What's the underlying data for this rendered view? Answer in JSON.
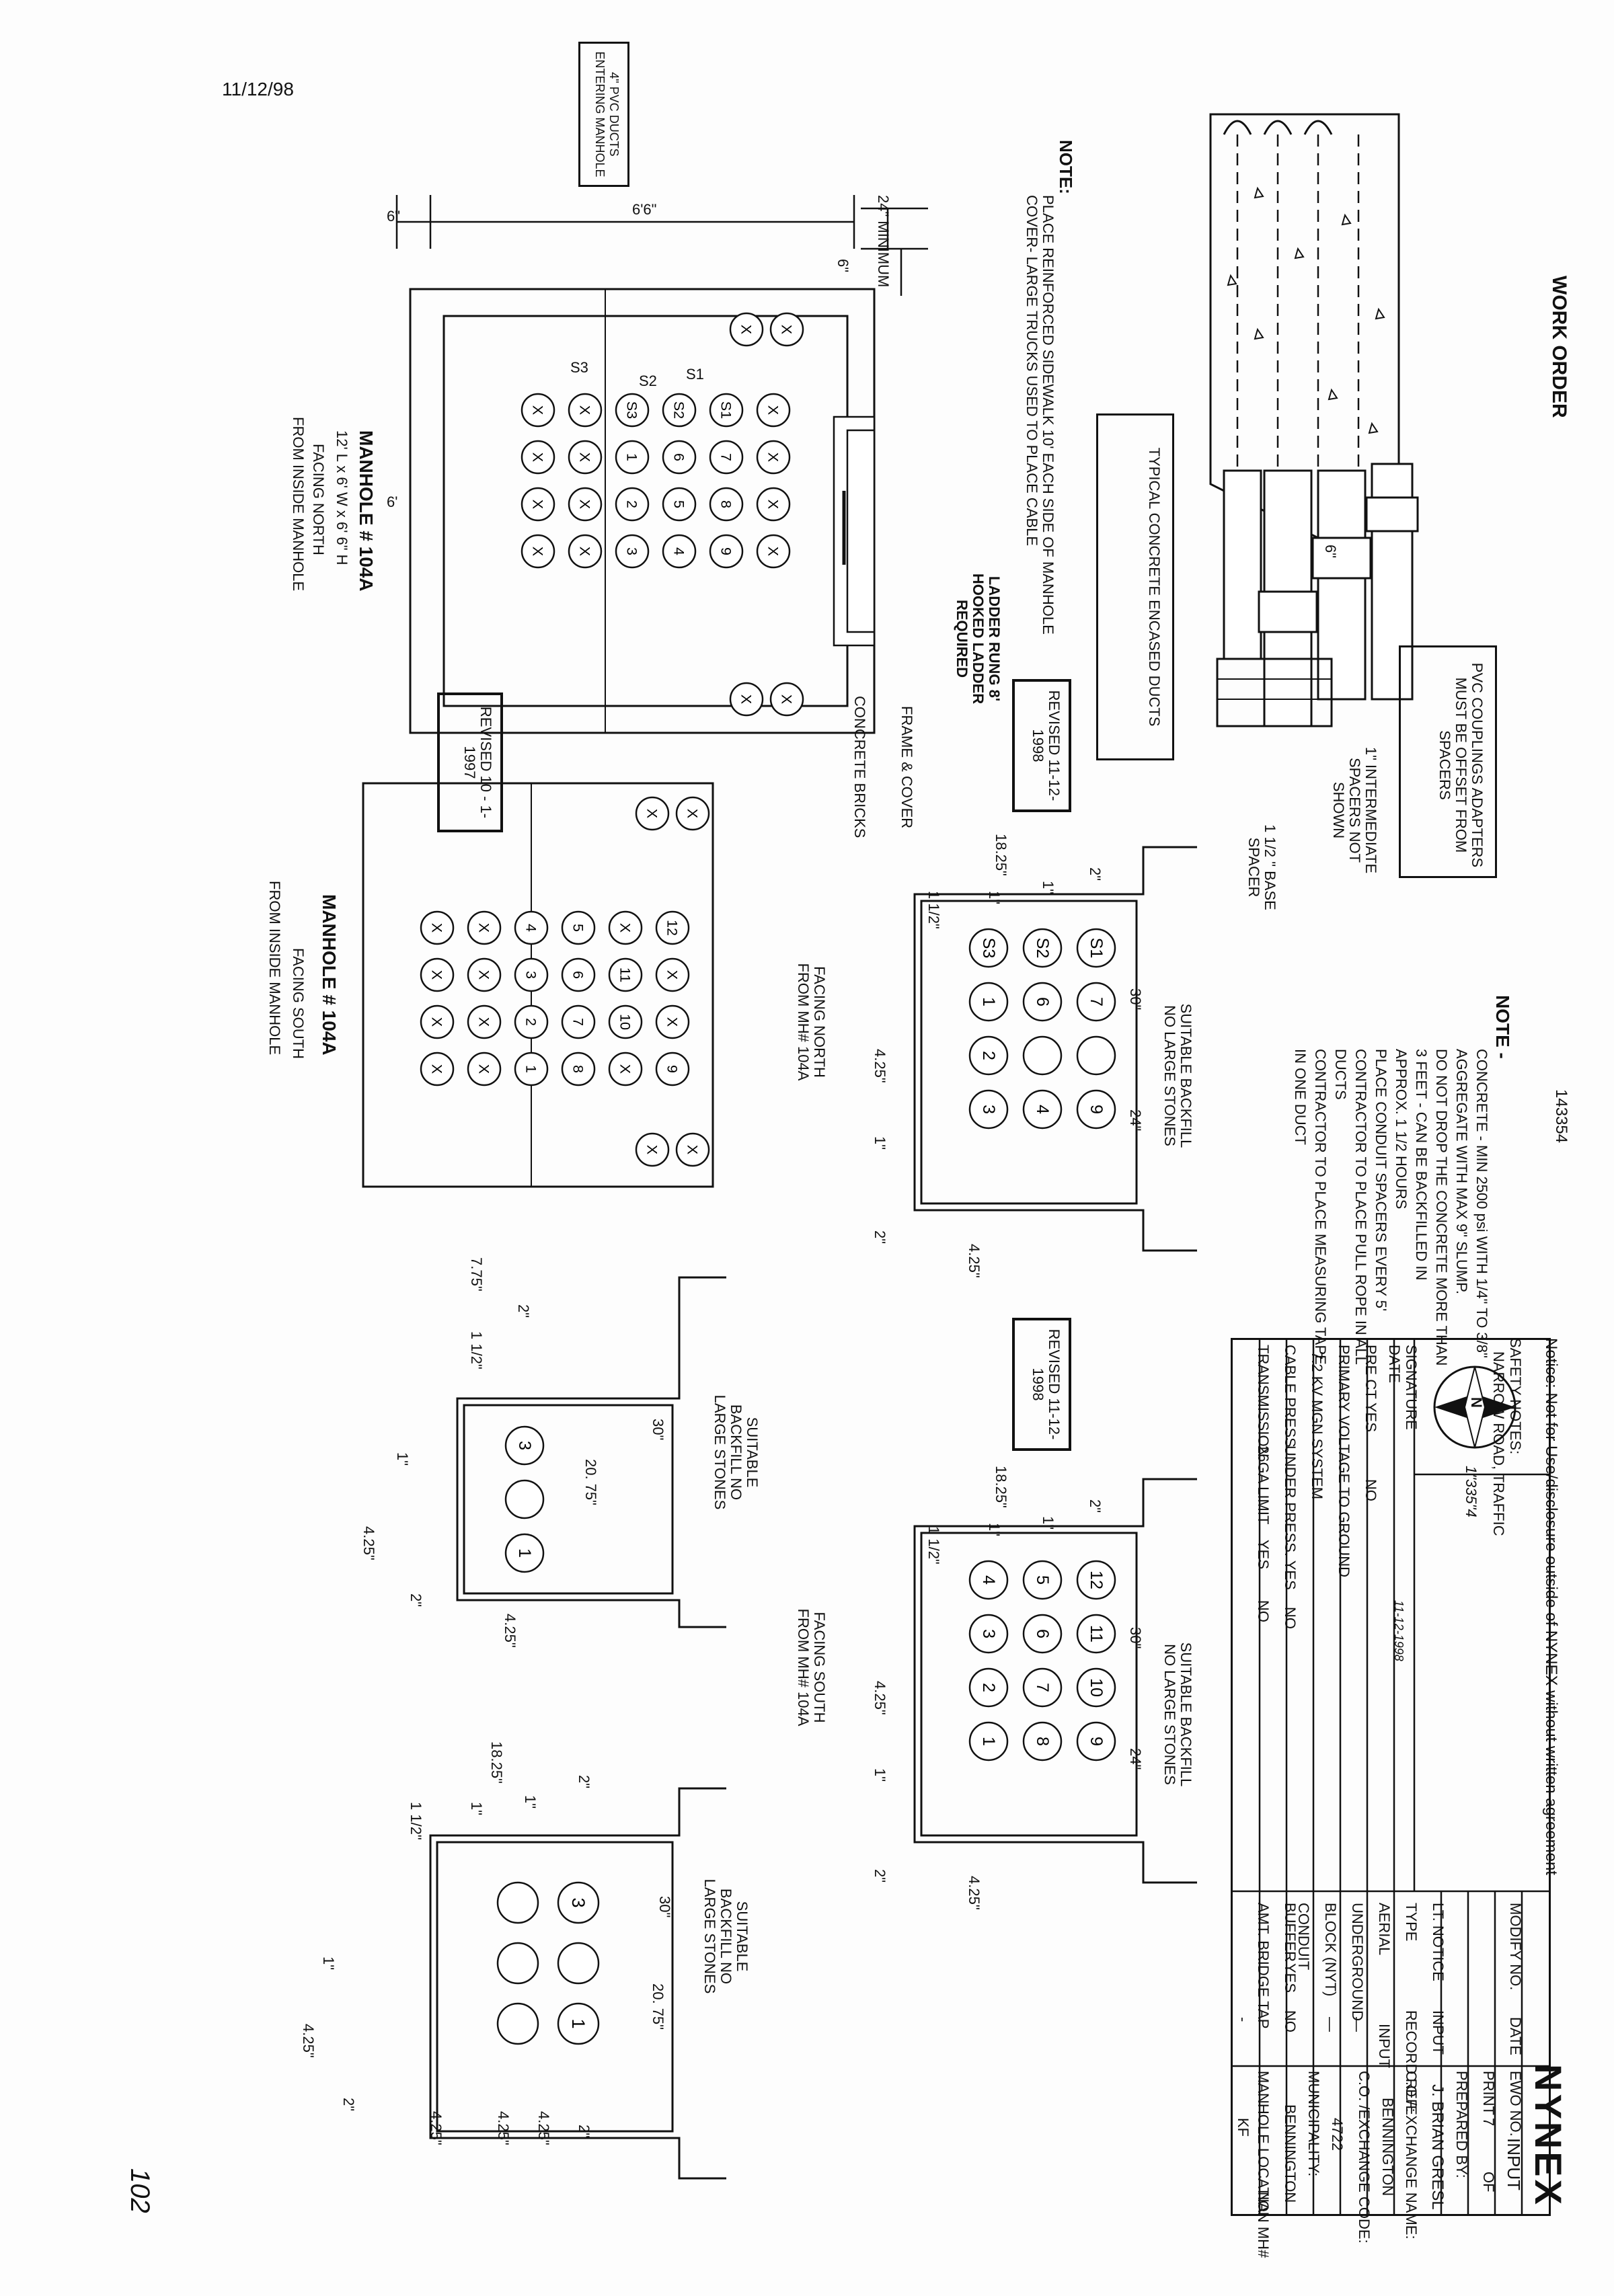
{
  "header": {
    "date": "11/12/98",
    "work_order_label": "WORK ORDER",
    "work_order_number": "143354",
    "page_number": "102",
    "handwritten_ref": "1\"335\"4"
  },
  "notice": "Notice: Not for Use/disclosure outside of NYNEX without written agreement",
  "brand": "NYNEX",
  "top_drawing": {
    "pvc_note": "PVC COUPLINGS ADAPTERS MUST BE OFFSET FROM SPACERS",
    "intermediate_spacers": "1\" INTERMEDIATE SPACERS NOT SHOWN",
    "base_spacer": "1 1/2 \" BASE SPACER",
    "dim_6": "6\"",
    "typical_label": "TYPICAL CONCRETE ENCASED DUCTS"
  },
  "manhole_north": {
    "title": "MANHOLE # 104A",
    "size": "12' L x 6' W x 6' 6\" H",
    "facing": "FACING NORTH",
    "from": "FROM INSIDE MANHOLE",
    "pvc_label": "4\" PVC DUCTS ENTERING MANHOLE",
    "note_title": "NOTE:",
    "note_text": "PLACE REINFORCED SIDEWALK 10' EACH SIDE OF MANHOLE COVER- LARGE TRUCKS USED TO PLACE CABLE",
    "ladder": "LADDER RUNG 8' HOOKED LADDER REQUIRED",
    "frame_cover": "FRAME & COVER",
    "concrete_bricks": "CONCRETE BRICKS",
    "dim_24_min": "24\" MINIMUM",
    "dim_6a": "6\"",
    "dim_6b": "6\"",
    "dim_66": "6'6\"",
    "dim_6c": "6\"",
    "dim_6ft": "6'",
    "revised_1": "REVISED 11-12-1998",
    "revised_2": "REVISED 10 - 1-1997",
    "s_labels": [
      "S1",
      "S2",
      "S3"
    ],
    "duct_rows": [
      [
        "X",
        "X",
        "X",
        "X"
      ],
      [
        "S1",
        "7",
        "8",
        "9"
      ],
      [
        "S2",
        "6",
        "5",
        "4"
      ],
      [
        "S3",
        "1",
        "2",
        "3"
      ],
      [
        "X",
        "X",
        "X",
        "X"
      ],
      [
        "X",
        "X",
        "X",
        "X"
      ]
    ],
    "corner_x": [
      "X",
      "X",
      "X",
      "X"
    ]
  },
  "manhole_south": {
    "title": "MANHOLE # 104A",
    "facing": "FACING SOUTH",
    "from": "FROM INSIDE MANHOLE",
    "duct_rows": [
      [
        "12",
        "X",
        "X",
        "9"
      ],
      [
        "X",
        "11",
        "10",
        "X"
      ],
      [
        "5",
        "6",
        "7",
        "8"
      ],
      [
        "4",
        "3",
        "2",
        "1"
      ],
      [
        "X",
        "X",
        "X",
        "X"
      ],
      [
        "X",
        "X",
        "X",
        "X"
      ]
    ],
    "corner_x": [
      "X",
      "X",
      "X",
      "X"
    ]
  },
  "section_north": {
    "backfill": "SUITABLE BACKFILL NO LARGE STONES",
    "facing": "FACING NORTH FROM MH# 104A",
    "dims": [
      "18.25\"",
      "2\"",
      "1\"",
      "1\"",
      "1 1/2\"",
      "30\"",
      "24\"",
      "4.25\"",
      "1\"",
      "2\"",
      "4.25\""
    ],
    "ducts": [
      [
        "S1",
        "7",
        "",
        "9"
      ],
      [
        "S2",
        "6",
        "",
        "4"
      ],
      [
        "S3",
        "1",
        "2",
        "3"
      ]
    ]
  },
  "section_south": {
    "backfill": "SUITABLE BACKFILL NO LARGE STONES",
    "facing": "FACING SOUTH FROM MH# 104A",
    "revised": "REVISED 11-12-1998",
    "dims": [
      "18.25\"",
      "2\"",
      "1\"",
      "1\"",
      "1 1/2\"",
      "30\"",
      "24\"",
      "4.25\"",
      "1\"",
      "2\"",
      "4.25\""
    ],
    "ducts": [
      [
        "12",
        "11",
        "10",
        "9"
      ],
      [
        "5",
        "6",
        "7",
        "8"
      ],
      [
        "4",
        "3",
        "2",
        "1"
      ]
    ]
  },
  "section_small": {
    "backfill": "SUITABLE BACKFILL NO LARGE STONES",
    "dims": [
      "7.75\"",
      "2\"",
      "1 1/2\"",
      "30\"",
      "20. 75\"",
      "1\"",
      "4.25\"",
      "2\"",
      "4.25\""
    ],
    "ducts": [
      "3",
      "",
      "1"
    ]
  },
  "section_six": {
    "backfill": "SUITABLE BACKFILL NO LARGE STONES",
    "dims": [
      "18.25\"",
      "2\"",
      "1\"",
      "1\"",
      "1 1/2\"",
      "30\"",
      "20. 75\"",
      "1\"",
      "4.25\"",
      "2\"",
      "4.25\"",
      "4.25\"",
      "4.25\"",
      "2\""
    ],
    "ducts": [
      [
        "3",
        "",
        "1"
      ],
      [
        "",
        "",
        ""
      ]
    ]
  },
  "concrete_note": {
    "title": "NOTE -",
    "lines": [
      "CONCRETE - MIN 2500 psi WITH 1/4\" TO 3/8\"",
      "AGGREGATE WITH MAX 9\" SLUMP.",
      "DO NOT DROP THE CONCRETE MORE THAN",
      "3 FEET - CAN BE BACKFILLED IN",
      "APPROX. 1 1/2 HOURS",
      "PLACE CONDUIT SPACERS EVERY 5'",
      "CONTRACTOR TO PLACE PULL ROPE IN ALL",
      "DUCTS",
      "CONTRACTOR TO PLACE MEASURING TAPE",
      "IN ONE DUCT"
    ]
  },
  "title_block": {
    "compass": "N",
    "safety_label": "SAFETY NOTES:",
    "safety_value": "NARROW ROAD, TRAFFIC",
    "signature_label": "SIGNATURE",
    "date_label": "DATE",
    "signature_date": "11-12-1998",
    "pre_ct": "PRE CT  YES",
    "pre_ct_no": "NO",
    "primary_voltage": "PRIMARY VOLTAGE TO GROUND",
    "voltage_value": "7.2  KV    MGN    SYSTEM",
    "cable_press": "CABLE PRESS.",
    "under_press": "UNDER PRESS. YES",
    "under_no": "NO",
    "transmission": "TRANSMISSION",
    "limit": "26GA LIMIT",
    "limit_yes": "YES",
    "limit_no": "NO",
    "modify_label": "MODIFY NO.",
    "date_col": "DATE",
    "ewo_label": "EWO NO.",
    "ewo_value": "INPUT",
    "print_label": "PRINT",
    "print_value": "7",
    "of_label": "OF",
    "lt_notice": "LT. NOTICE",
    "input_1": "INPUT",
    "prepared_by": "PREPARED BY:",
    "preparer": "J. BRIAN GRESL",
    "type_label": "TYPE",
    "record_ref": "RECORD REF:",
    "co_name_label": "C.O./EXCHANGE NAME:",
    "co_name": "BENNINGTON",
    "aerial": "AERIAL",
    "input_2": "INPUT",
    "co_code_label": "C.O. /EXCHANGE CODE:",
    "co_code": "4722",
    "underground": "UNDERGROUND",
    "dash_1": "—",
    "municipality_label": "MUNICIPALITY:",
    "municipality": "BENNINGTON",
    "block_nyt": "BLOCK (NYT)",
    "dash_2": "—",
    "conduit": "CONDUIT",
    "buffer": "BUFFER",
    "buffer_yes": "YES",
    "buffer_no": "NO",
    "manhole_loc": "MANHOLE LOCATION MH#",
    "manhole_loc_val": "NA",
    "amt_bridge": "AMT. BRIDGE TAP",
    "dash_3": "-",
    "kf": "KF"
  }
}
